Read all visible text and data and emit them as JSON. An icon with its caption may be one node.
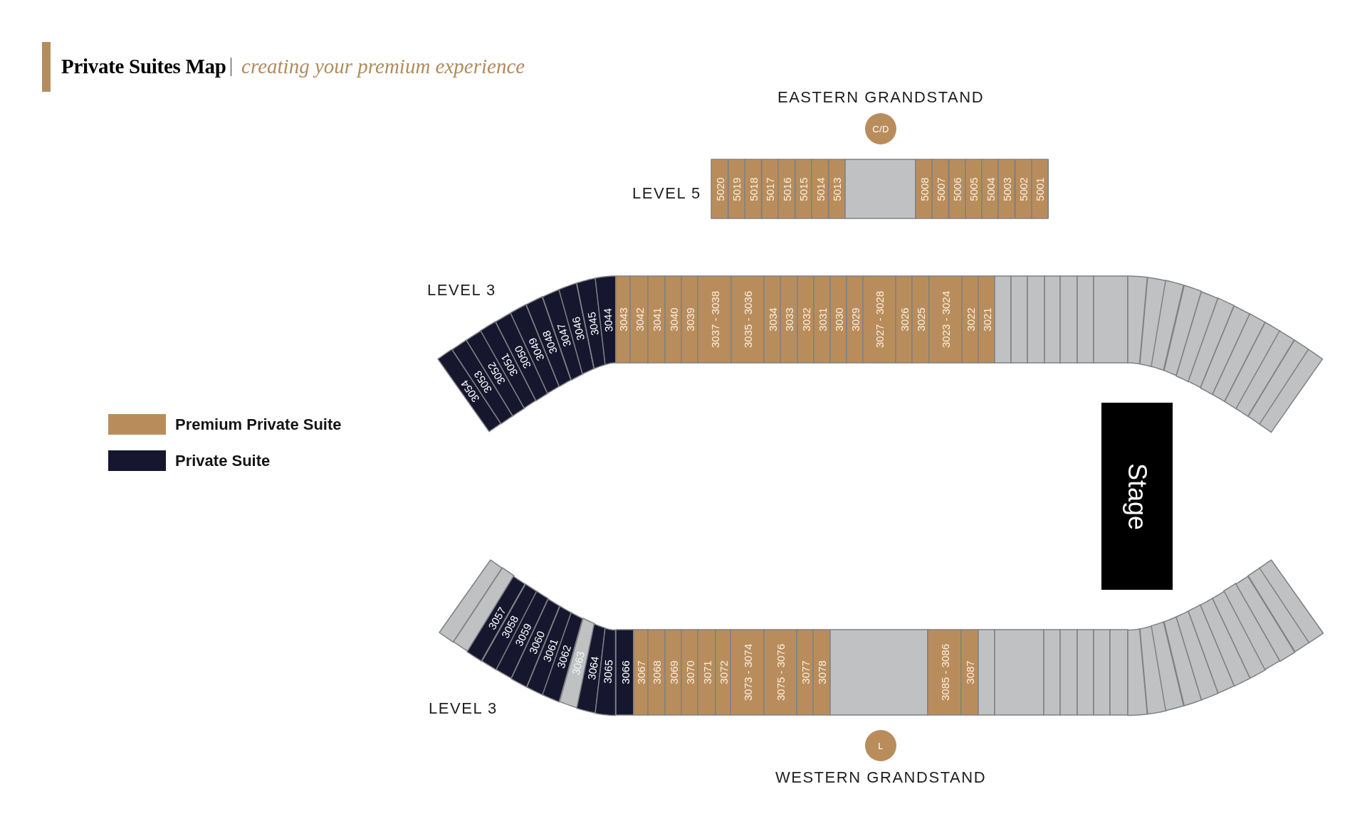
{
  "diagram": {
    "title": "Private Suites Map",
    "nodes": [
      {
        "text": [
          "C/D"
        ]
      },
      {
        "text": [
          "5020"
        ]
      },
      {
        "text": [
          "5019"
        ]
      },
      {
        "text": [
          "5018"
        ]
      },
      {
        "text": [
          "5017"
        ]
      },
      {
        "text": [
          "5016"
        ]
      },
      {
        "text": [
          "5015"
        ]
      },
      {
        "text": [
          "5014"
        ]
      },
      {
        "text": [
          "5013"
        ]
      },
      {
        "text": [],
        "shape": "box"
      },
      {
        "text": [
          "5008"
        ]
      },
      {
        "text": [
          "5007"
        ]
      },
      {
        "text": [
          "5006"
        ]
      },
      {
        "text": [
          "5005"
        ]
      },
      {
        "text": [
          "5004"
        ]
      },
      {
        "text": [
          "5003"
        ]
      },
      {
        "text": [
          "5002"
        ]
      },
      {
        "text": [
          "5001"
        ]
      },
      {
        "text": [
          "3054"
        ]
      },
      {
        "text": [
          "3053"
        ]
      },
      {
        "text": [
          "3052"
        ]
      },
      {
        "text": [
          "3051"
        ]
      },
      {
        "text": [
          "3050"
        ]
      },
      {
        "text": [
          "3049"
        ]
      },
      {
        "text": [
          "3048"
        ]
      },
      {
        "text": [
          "3047"
        ]
      },
      {
        "text": [
          "3046"
        ]
      },
      {
        "text": [
          "3045"
        ]
      },
      {
        "text": [
          "3044"
        ]
      },
      {
        "text": [
          "3043"
        ]
      },
      {
        "text": [
          "3042"
        ]
      },
      {
        "text": [
          "3041"
        ]
      },
      {
        "text": [
          "3040"
        ]
      },
      {
        "text": [
          "3039"
        ]
      },
      {
        "text": [
          "3037 - 3038"
        ]
      },
      {
        "text": [
          "3035 - 3036"
        ]
      },
      {
        "text": [
          "3034"
        ]
      },
      {
        "text": [
          "3033"
        ]
      },
      {
        "text": [
          "3032"
        ]
      },
      {
        "text": [
          "3031"
        ]
      },
      {
        "text": [
          "3030"
        ]
      },
      {
        "text": [
          "3029"
        ]
      },
      {
        "text": [
          "3027 - 3028"
        ]
      },
      {
        "text": [
          "3026"
        ]
      },
      {
        "text": [
          "3025"
        ]
      },
      {
        "text": [
          "3023 - 3024"
        ]
      },
      {
        "text": [
          "3022"
        ]
      },
      {
        "text": [
          "3021"
        ]
      },
      {
        "text": [],
        "shape": "box"
      },
      {
        "text": [],
        "shape": "box"
      },
      {
        "text": [],
        "shape": "box"
      },
      {
        "text": [],
        "shape": "box"
      },
      {
        "text": [],
        "shape": "box"
      },
      {
        "text": [],
        "shape": "box"
      },
      {
        "text": [],
        "shape": "box"
      },
      {
        "text": [],
        "shape": "box"
      },
      {
        "text": [],
        "shape": "box"
      },
      {
        "text": [],
        "shape": "box"
      },
      {
        "text": [],
        "shape": "box"
      },
      {
        "text": [],
        "shape": "box"
      },
      {
        "text": [],
        "shape": "box"
      },
      {
        "text": [],
        "shape": "box"
      },
      {
        "text": [],
        "shape": "box"
      },
      {
        "text": [],
        "shape": "box"
      },
      {
        "text": [],
        "shape": "box"
      },
      {
        "text": [],
        "shape": "box"
      },
      {
        "text": [],
        "shape": "box"
      },
      {
        "text": [
          "Stage"
        ]
      },
      {
        "text": [],
        "shape": "box"
      },
      {
        "text": [],
        "shape": "box"
      },
      {
        "text": [
          "3057"
        ]
      },
      {
        "text": [
          "3058"
        ]
      },
      {
        "text": [
          "3059"
        ]
      },
      {
        "text": [
          "3060"
        ]
      },
      {
        "text": [
          "3061"
        ]
      },
      {
        "text": [
          "3062"
        ]
      },
      {
        "text": [
          "3063"
        ]
      },
      {
        "text": [
          "3064"
        ]
      },
      {
        "text": [
          "3065"
        ]
      },
      {
        "text": [
          "3066"
        ]
      },
      {
        "text": [
          "3067"
        ]
      },
      {
        "text": [
          "3068"
        ]
      },
      {
        "text": [
          "3069"
        ]
      },
      {
        "text": [
          "3070"
        ]
      },
      {
        "text": [
          "3071"
        ]
      },
      {
        "text": [
          "3072"
        ]
      },
      {
        "text": [
          "3073 - 3074"
        ]
      },
      {
        "text": [
          "3075 - 3076"
        ]
      },
      {
        "text": [
          "3077"
        ]
      },
      {
        "text": [
          "3078"
        ]
      },
      {
        "text": [],
        "shape": "box"
      },
      {
        "text": [
          "3085 - 3086"
        ]
      },
      {
        "text": [
          "3087"
        ]
      },
      {
        "text": [],
        "shape": "box"
      },
      {
        "text": [],
        "shape": "box"
      },
      {
        "text": [],
        "shape": "box"
      },
      {
        "text": [],
        "shape": "box"
      },
      {
        "text": [],
        "shape": "box"
      },
      {
        "text": [],
        "shape": "box"
      },
      {
        "text": [],
        "shape": "box"
      },
      {
        "text": [],
        "shape": "box"
      },
      {
        "text": [],
        "shape": "box"
      },
      {
        "text": [],
        "shape": "box"
      },
      {
        "text": [],
        "shape": "box"
      },
      {
        "text": [],
        "shape": "box"
      },
      {
        "text": [],
        "shape": "box"
      },
      {
        "text": [],
        "shape": "box"
      },
      {
        "text": [],
        "shape": "box"
      },
      {
        "text": [],
        "shape": "box"
      },
      {
        "text": [],
        "shape": "box"
      },
      {
        "text": [],
        "shape": "box"
      },
      {
        "text": [],
        "shape": "box"
      },
      {
        "text": [
          "L"
        ]
      }
    ],
    "labels": [
      "creating your premium experience",
      "EASTERN GRANDSTAND",
      "LEVEL 5",
      "LEVEL 3",
      "LEVEL 3",
      "WESTERN GRANDSTAND"
    ],
    "legend": [
      {
        "text": "Premium Private Suite",
        "color": "#b98d5b"
      },
      {
        "text": "Private Suite",
        "color": "#16162e"
      }
    ]
  }
}
